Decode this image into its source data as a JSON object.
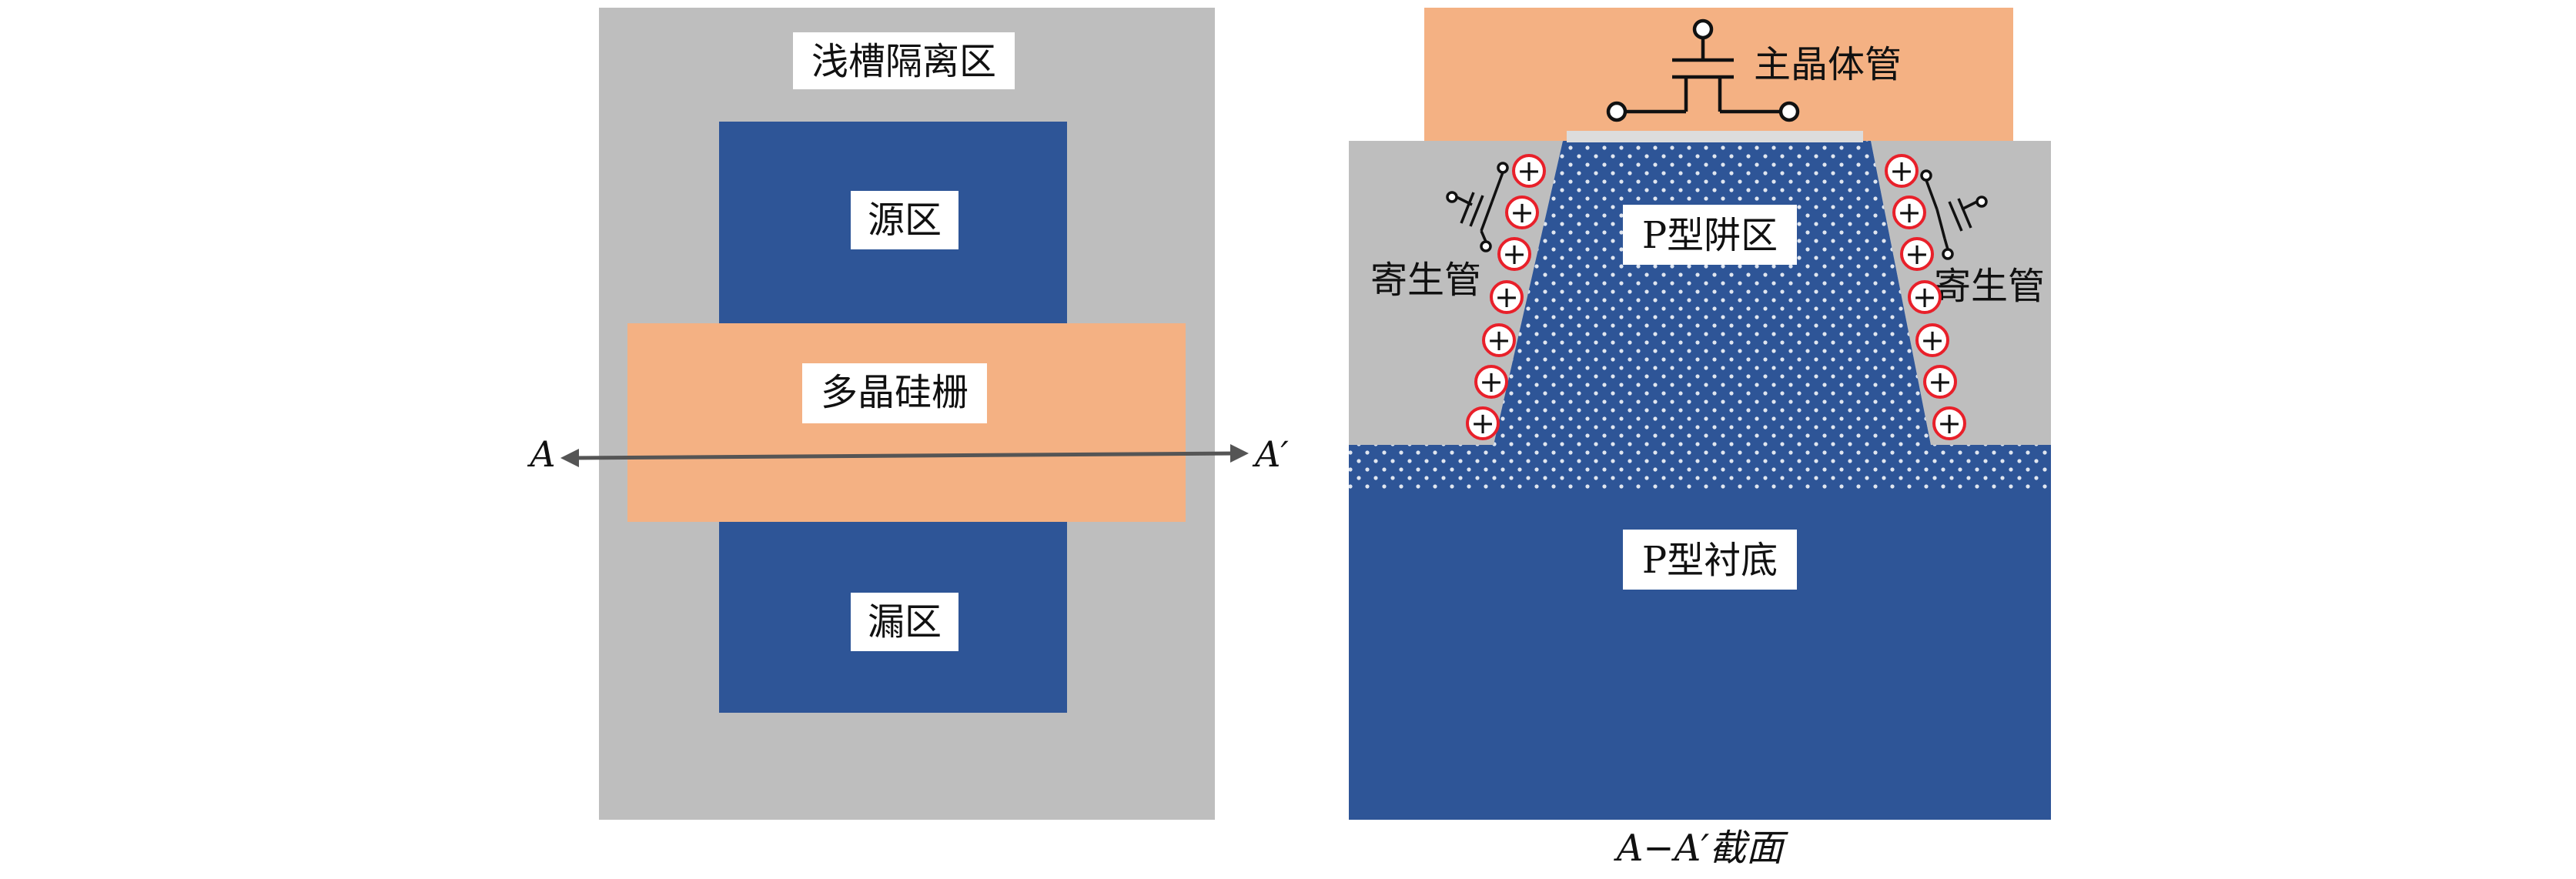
{
  "left_view": {
    "sti_label": "浅槽隔离区",
    "source_label": "源区",
    "gate_label": "多晶硅栅",
    "drain_label": "漏区",
    "cut_left": "A",
    "cut_right": "A′"
  },
  "right_view": {
    "main_transistor_label": "主晶体管",
    "pwell_label": "P型阱区",
    "substrate_label": "P型衬底",
    "parasitic_left_label": "寄生管",
    "parasitic_right_label": "寄生管",
    "charge_symbol": "+",
    "section_caption": "A−A′截面"
  },
  "colors": {
    "sti_gray": "#bebebe",
    "active_blue": "#2e5597",
    "gate_orange": "#f4b183",
    "charge_red": "#e8202a",
    "arrow_gray": "#555555"
  }
}
